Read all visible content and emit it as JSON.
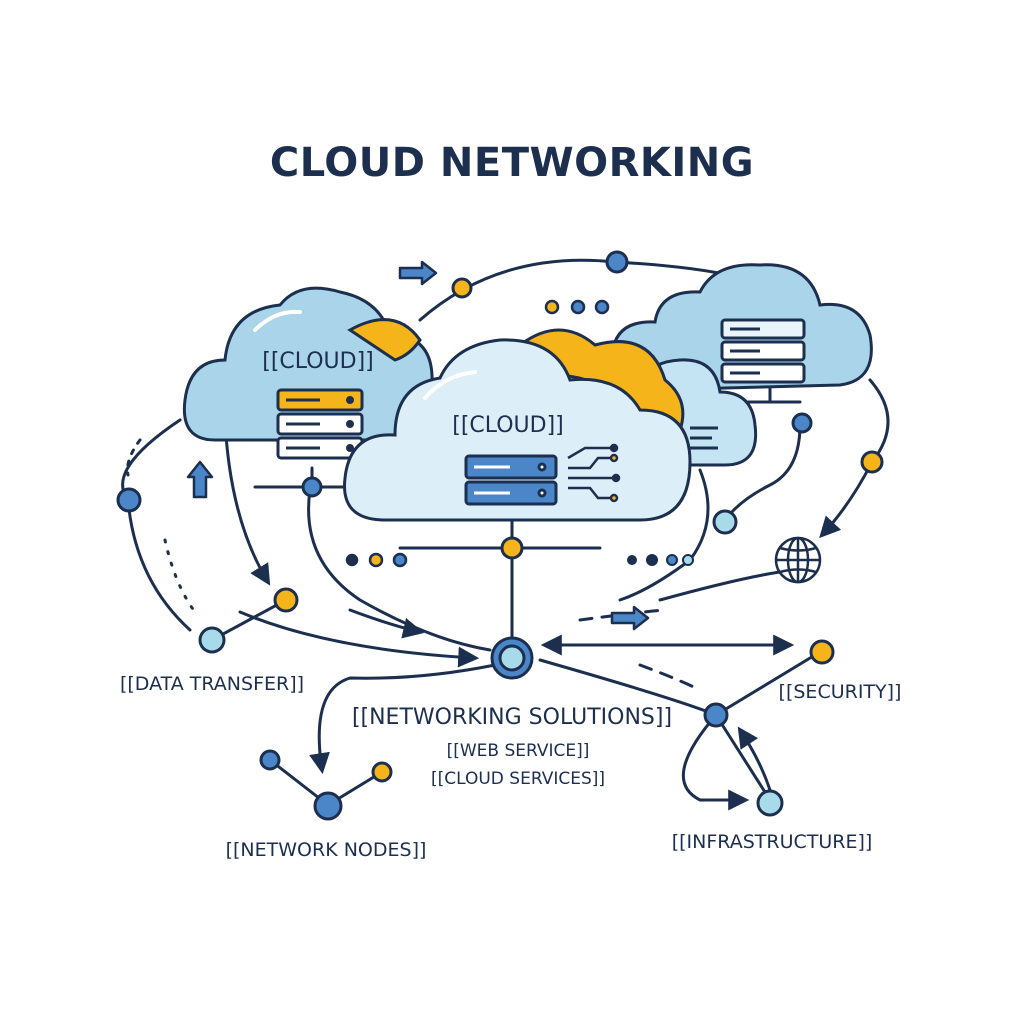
{
  "title": "CLOUD NETWORKING",
  "clouds": [
    {
      "label": "[[CLOUD]]"
    },
    {
      "label": "[[CLOUD]]"
    }
  ],
  "labels": {
    "data_transfer": "[[DATA TRANSFER]]",
    "networking_solutions": "[[NETWORKING SOLUTIONS]]",
    "web_service": "[[WEB SERVICE]]",
    "cloud_services": "[[CLOUD SERVICES]]",
    "security": "[[SECURITY]]",
    "network_nodes": "[[NETWORK NODES]]",
    "infrastructure": "[[INFRASTRUCTURE]]"
  },
  "colors": {
    "outline": "#1c2f4f",
    "cloud_fill": "#a9d4ea",
    "cloud_fill_light": "#dceef8",
    "accent_yellow": "#f5b41a",
    "node_blue": "#4a86c8",
    "node_light": "#a8dbe9"
  },
  "icons": [
    "globe-icon",
    "server-icon",
    "arrow-icon",
    "node-icon"
  ]
}
